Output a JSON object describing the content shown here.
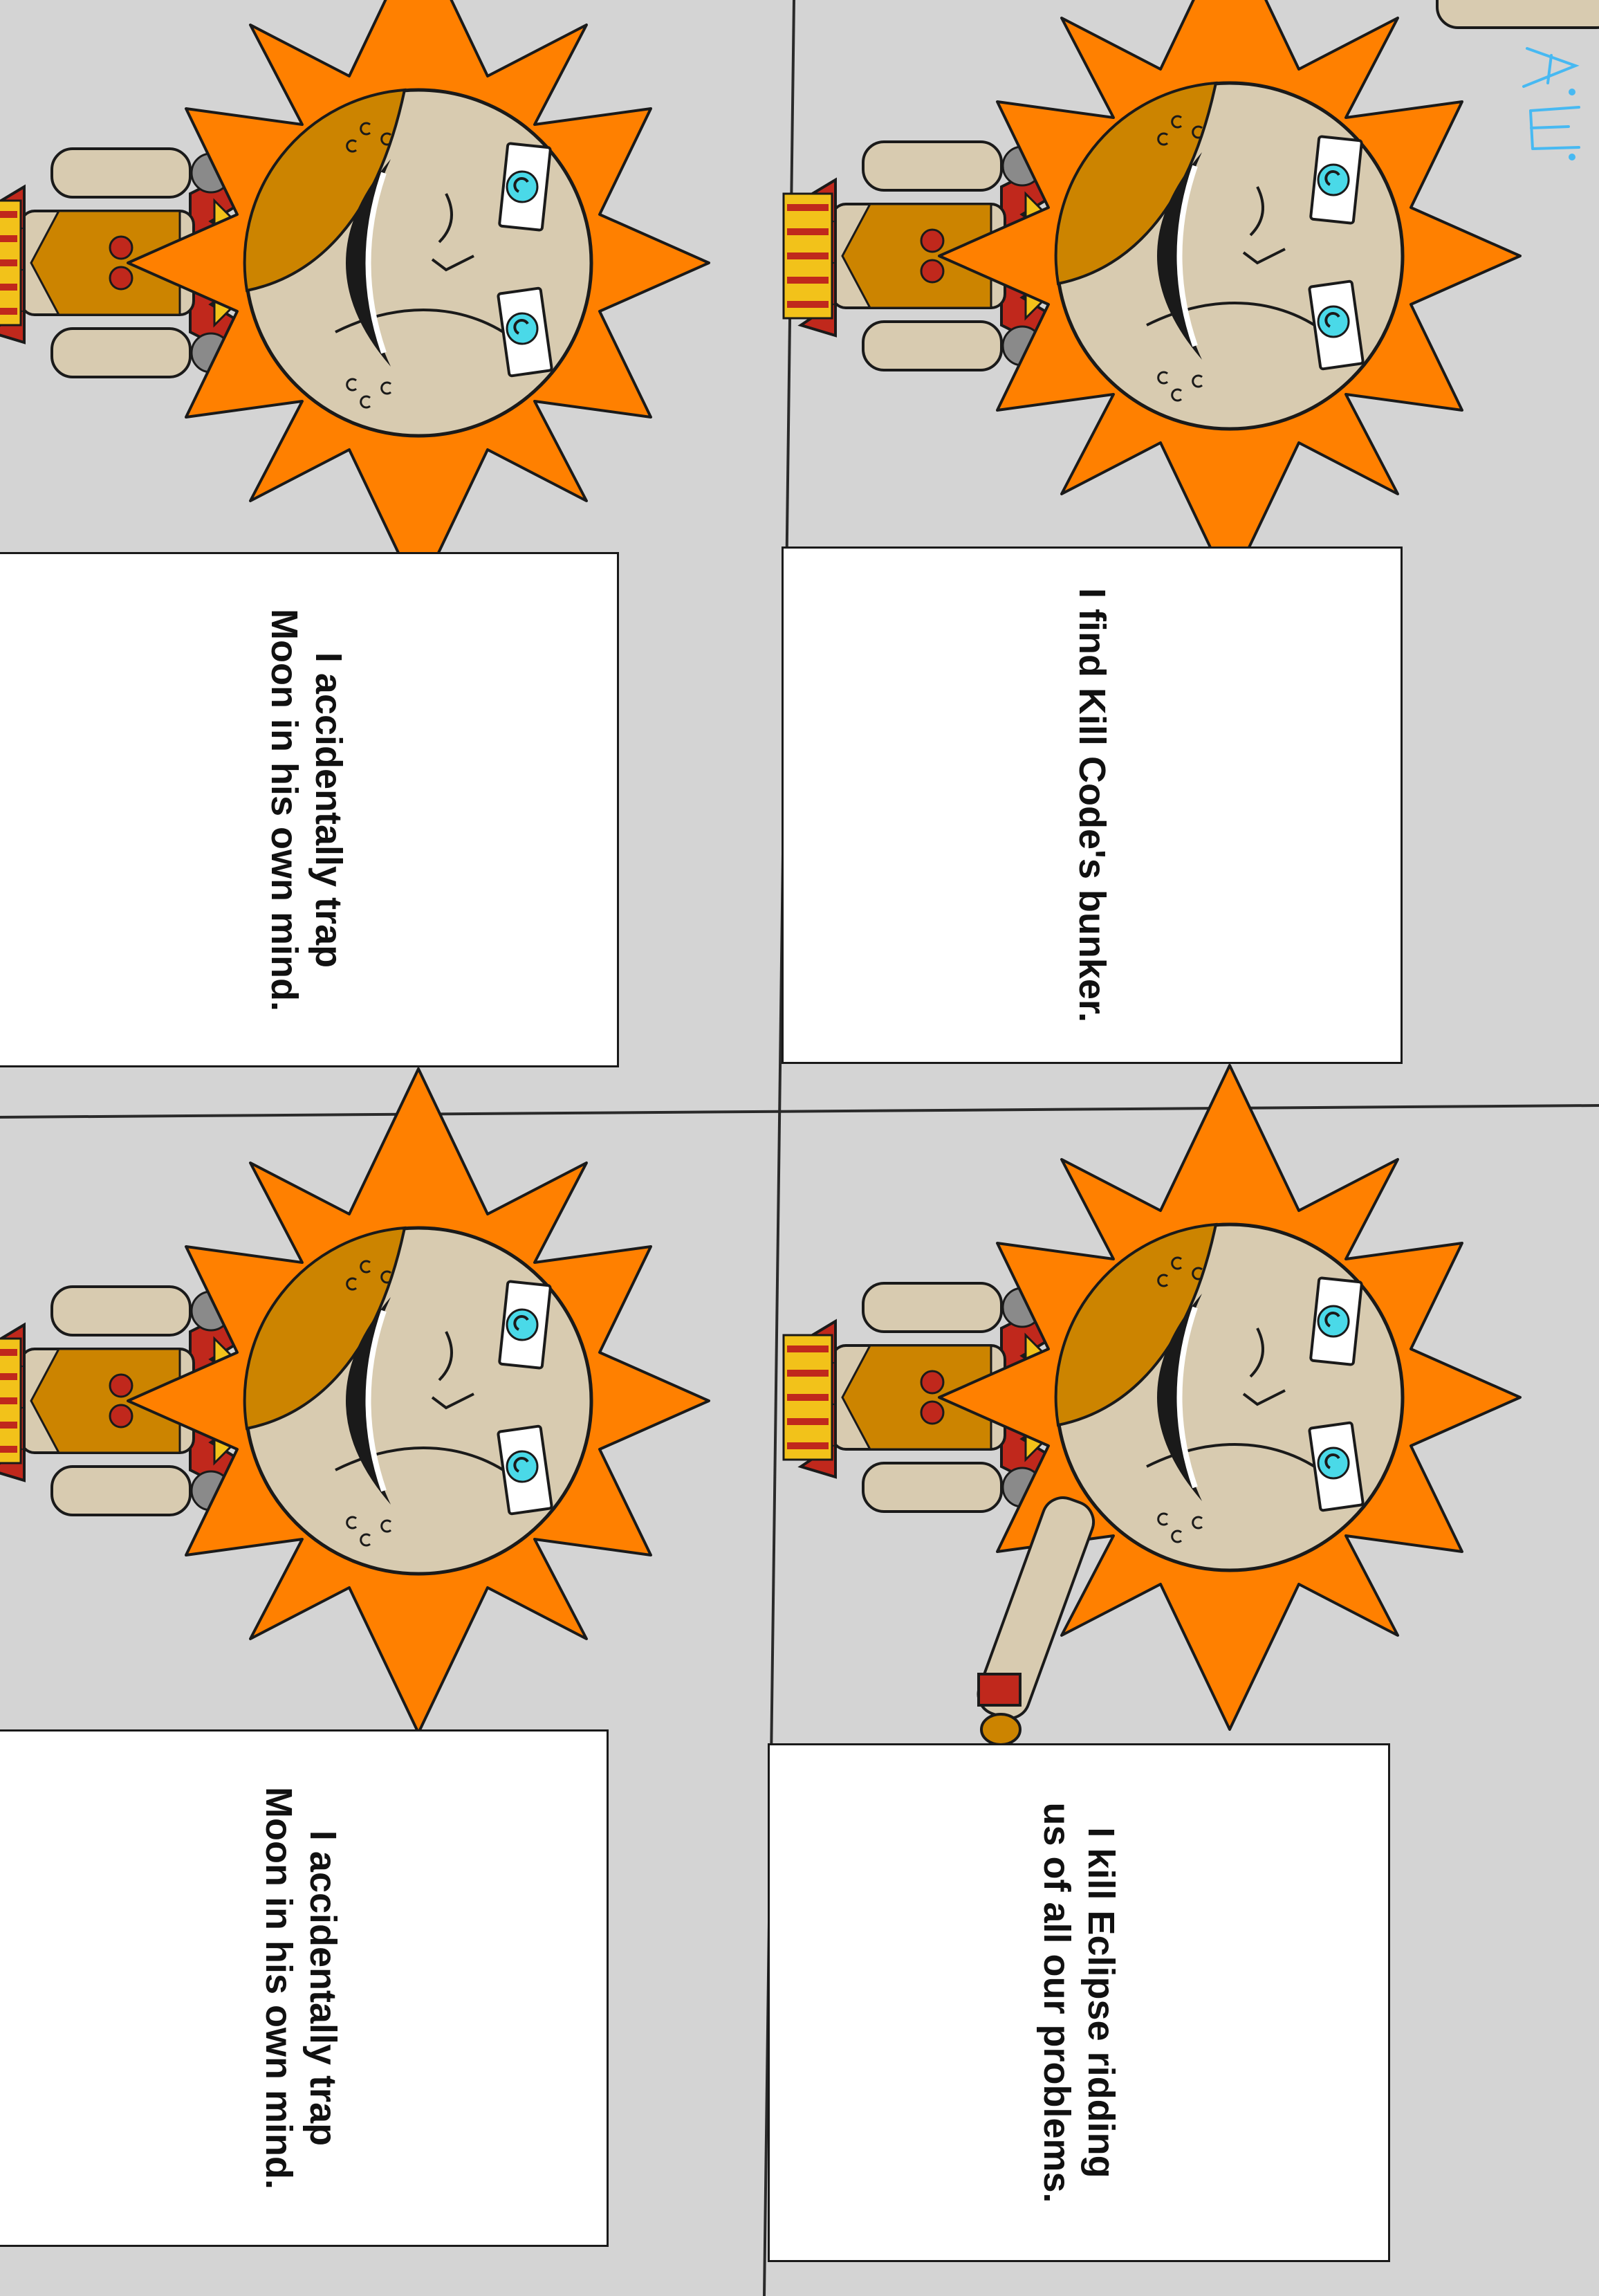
{
  "panels": {
    "top_right": {
      "lines": [
        "I find Kill Code's bunker."
      ]
    },
    "top_left": {
      "lines": [
        "I accidentally trap",
        "Moon in his own mind."
      ]
    },
    "bottom_right": {
      "lines": [
        "I kill Eclipse ridding",
        "us of all our problems."
      ]
    },
    "bottom_left": {
      "lines": [
        "I accidentally trap",
        "Moon in his own mind."
      ]
    }
  },
  "signature": "A.E.",
  "colors": {
    "background": "#d4d4d4",
    "sun_rays": "#ff8000",
    "face": "#d8cbb0",
    "face_shadow": "#cc8400",
    "eye": "#4ad9e8",
    "red": "#c0281c",
    "gold": "#f2c21a",
    "body": "#d8cbb0",
    "signature": "#47b9f2"
  }
}
